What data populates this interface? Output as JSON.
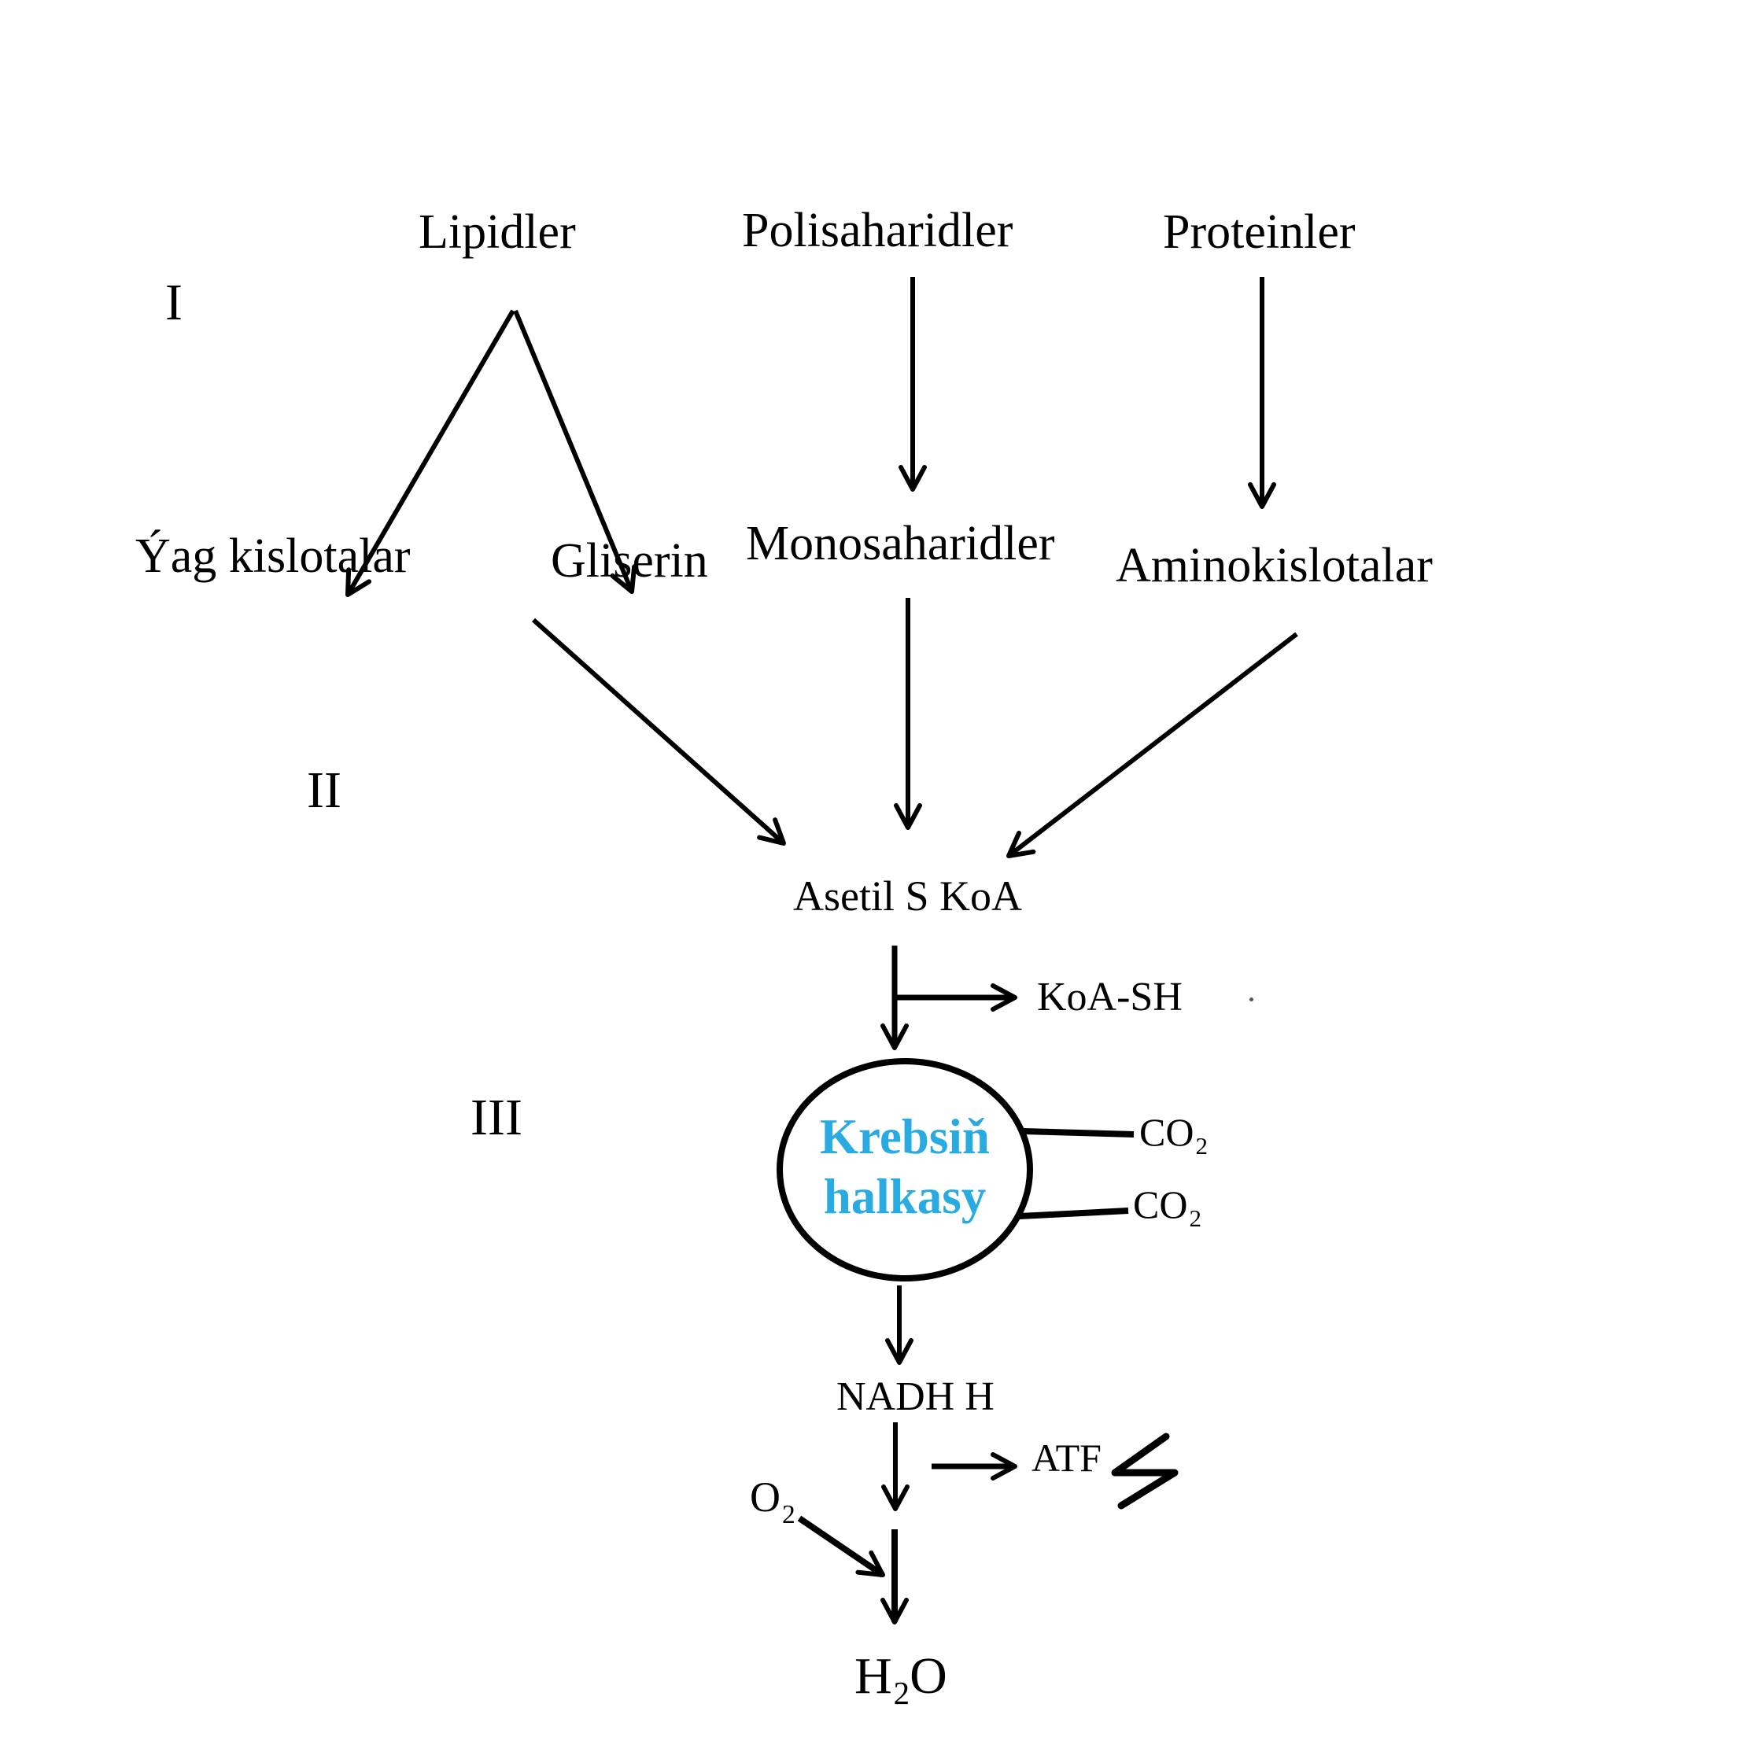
{
  "title": "Metabolism stages diagram (Krebs cycle)",
  "colors": {
    "background": "#ffffff",
    "ink": "#000000",
    "accent": "#29abe2"
  },
  "stages": {
    "i": "I",
    "ii": "II",
    "iii": "III"
  },
  "nodes": {
    "lipidler": "Lipidler",
    "polisaharidler": "Polisaharidler",
    "proteinler": "Proteinler",
    "yag_kislotalar": "Ýag kislotalar",
    "gliserin": "Gliserin",
    "monosaharidler": "Monosaharidler",
    "aminokislotalar": "Aminokislotalar",
    "asetil_s_koa": "Asetil S KoA",
    "koa_sh": "KoA-SH",
    "krebs": {
      "line1": "Krebsiň",
      "line2": "halkasy"
    },
    "co2": {
      "base": "CO",
      "sub": "2"
    },
    "nadh_h": "NADH H",
    "atf": "ATF",
    "o2": {
      "base": "O",
      "sub": "2"
    },
    "h2o": {
      "h": "H",
      "sub": "2",
      "o": "O"
    }
  }
}
